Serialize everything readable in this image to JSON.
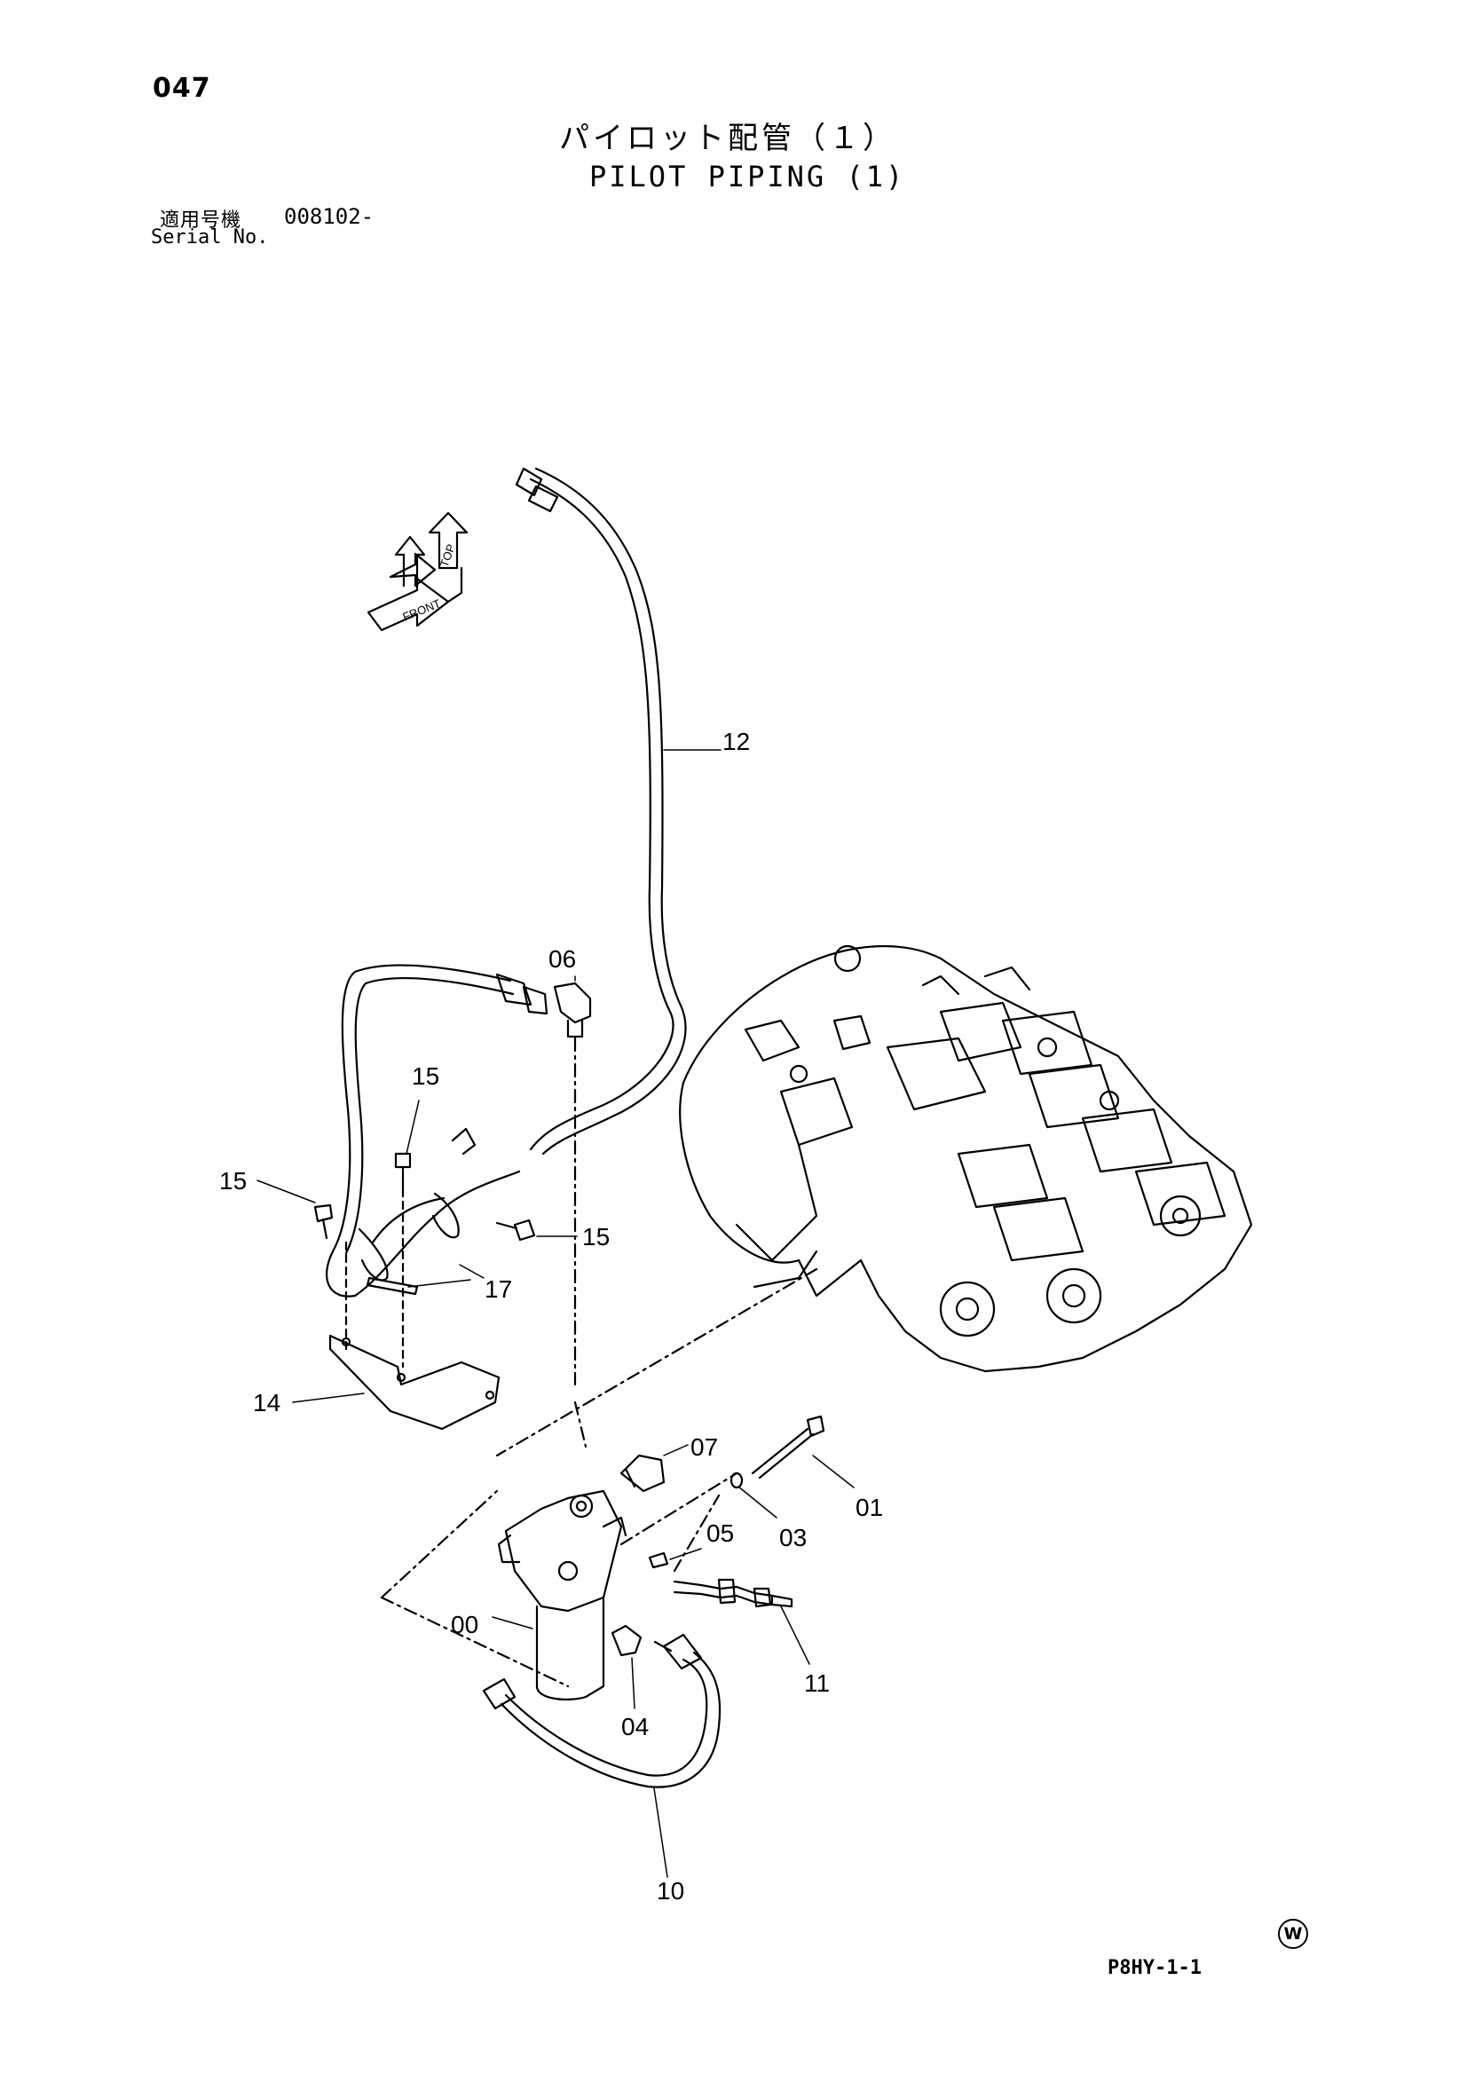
{
  "page_number": "047",
  "title_jp": "パイロット配管（１）",
  "title_en": "PILOT PIPING (1)",
  "serial_label_jp": "適用号機",
  "serial_label_en": "Serial No.",
  "serial_value": "008102-",
  "footer_code": "P8HY-1-1",
  "corner_mark": "W",
  "orientation_labels": [
    "TOP",
    "FRONT"
  ],
  "callouts": {
    "c00": "00",
    "c01": "01",
    "c03": "03",
    "c04": "04",
    "c05": "05",
    "c06": "06",
    "c07": "07",
    "c10": "10",
    "c11": "11",
    "c12": "12",
    "c14": "14",
    "c15a": "15",
    "c15b": "15",
    "c15c": "15",
    "c17": "17"
  }
}
